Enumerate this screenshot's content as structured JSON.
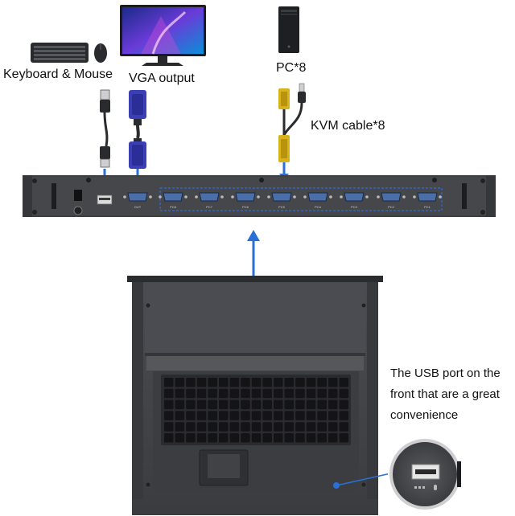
{
  "labels": {
    "keyboard_mouse": "Keyboard & Mouse",
    "vga_output": "VGA output",
    "pc": "PC*8",
    "kvm_cable": "KVM cable*8"
  },
  "note": {
    "line1": "The USB port on the",
    "line2": "front that are a great",
    "line3": "convenience"
  },
  "ports": [
    {
      "id": "vga-out",
      "label": "OUT"
    },
    {
      "id": "pc8",
      "label": "PC8"
    },
    {
      "id": "pc7",
      "label": "PC7"
    },
    {
      "id": "pc6",
      "label": "PC6"
    },
    {
      "id": "pc5",
      "label": "PC5"
    },
    {
      "id": "pc4",
      "label": "PC4"
    },
    {
      "id": "pc3",
      "label": "PC3"
    },
    {
      "id": "pc2",
      "label": "PC2"
    },
    {
      "id": "pc1",
      "label": "PC1"
    }
  ],
  "colors": {
    "arrow": "#2a6fd6",
    "panel": "#3c3e42",
    "panel_dark": "#2b2c2f",
    "vga_blue": "#3b3fb5",
    "kvm_yellow": "#d8b21a"
  },
  "icons": [
    "keyboard-icon",
    "mouse-icon",
    "monitor-icon",
    "pc-tower-icon",
    "usb-cable-icon",
    "vga-cable-icon",
    "kvm-cable-icon",
    "usb-port-icon"
  ]
}
